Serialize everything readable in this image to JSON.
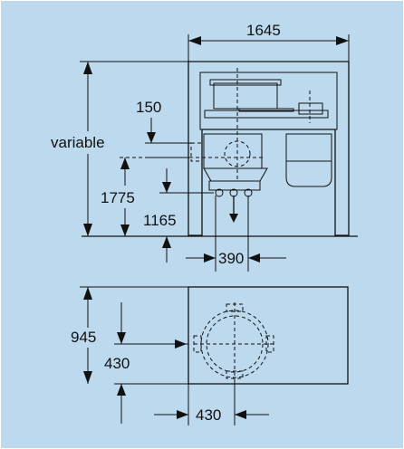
{
  "dimensions": {
    "overall_width": "1645",
    "variable": "variable",
    "offset_150": "150",
    "height_1775": "1775",
    "height_1165": "1165",
    "outlet_390": "390",
    "depth_945": "945",
    "plan_430_vertical": "430",
    "plan_430_horizontal": "430"
  },
  "colors": {
    "background": "#bcd9ee",
    "machine_fill": "#cfcfcf",
    "line": "#111111"
  }
}
